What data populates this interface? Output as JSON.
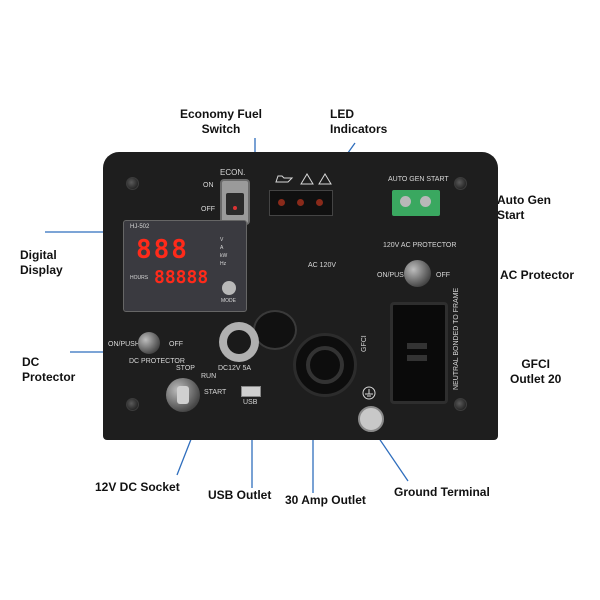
{
  "callouts": {
    "economy_fuel_switch": "Economy Fuel\nSwitch",
    "led_indicators": "LED\nIndicators",
    "auto_gen_start": "Auto Gen\nStart",
    "digital_display": "Digital\nDisplay",
    "ac_protector": "AC Protector",
    "dc_protector": "DC\nProtector",
    "gfci_outlet": "GFCI\nOutlet 20",
    "dc_socket": "12V DC Socket",
    "usb_outlet": "USB Outlet",
    "amp_outlet": "30 Amp Outlet",
    "ground_terminal": "Ground Terminal"
  },
  "panel": {
    "econ_label": "ECON.",
    "on_label": "ON",
    "off_label": "OFF",
    "auto_gen_start": "AUTO GEN START",
    "ac_protector": "120V AC PROTECTOR",
    "ac_on_push": "ON/PUSH",
    "ac_off": "OFF",
    "ac_120v": "AC 120V",
    "display_model": "HJ-502",
    "display_main": "888",
    "display_hours": "88888",
    "hours_label": "HOURS",
    "units": [
      "V",
      "A",
      "kW",
      "Hz"
    ],
    "mode_label": "MODE",
    "dc_on_push": "ON/PUSH",
    "dc_off": "OFF",
    "dc_protector": "DC PROTECTOR",
    "stop": "STOP",
    "run": "RUN",
    "start": "START",
    "dc_rating": "DC12V 5A",
    "usb": "USB",
    "gfci": "GFCI",
    "neutral_bonded": "NEUTRAL BONDED TO FRAME"
  },
  "colors": {
    "panel": "#1e1e1e",
    "display_red": "#ff2a1a",
    "callout_line": "#2f6ebd",
    "terminal_green": "#3aa860"
  }
}
